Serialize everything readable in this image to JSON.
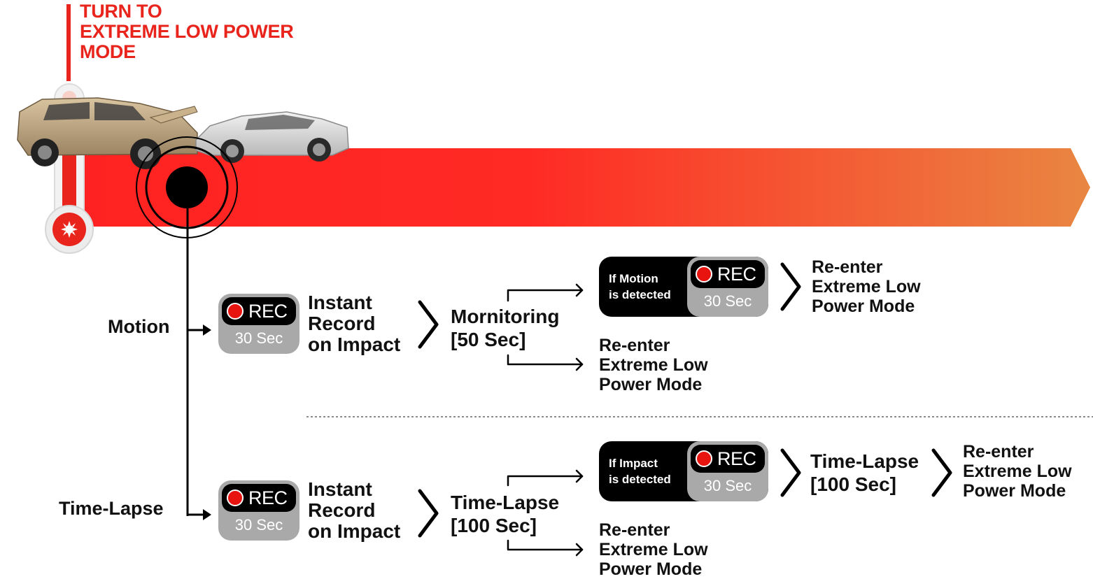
{
  "title": {
    "line1": "TURN TO",
    "line2": "EXTREME LOW POWER",
    "line3": "MODE"
  },
  "colors": {
    "accent": "#e8241c",
    "arrow_start": "#ff2222",
    "arrow_end": "#e98642",
    "badge_gray": "#a9a9a9"
  },
  "icons": [
    "thermometer-icon",
    "sun-icon",
    "impact-target-icon",
    "rec-dot-icon",
    "chevron-right-icon",
    "arrow-right-icon"
  ],
  "motion": {
    "label": "Motion",
    "rec": {
      "rec": "REC",
      "seconds": "30 Sec"
    },
    "instant": [
      "Instant",
      "Record",
      "on Impact"
    ],
    "monitor": [
      "Mornitoring",
      "[50 Sec]"
    ],
    "condition": [
      "If Motion",
      "is detected"
    ],
    "rec2": {
      "rec": "REC",
      "seconds": "30 Sec"
    },
    "reenter_upper": [
      "Re-enter",
      "Extreme Low",
      "Power Mode"
    ],
    "reenter_lower": [
      "Re-enter",
      "Extreme Low",
      "Power Mode"
    ]
  },
  "timelapse": {
    "label": "Time-Lapse",
    "rec": {
      "rec": "REC",
      "seconds": "30 Sec"
    },
    "instant": [
      "Instant",
      "Record",
      "on Impact"
    ],
    "monitor": [
      "Time-Lapse",
      "[100 Sec]"
    ],
    "condition": [
      "If Impact",
      "is detected"
    ],
    "rec2": {
      "rec": "REC",
      "seconds": "30 Sec"
    },
    "after": [
      "Time-Lapse",
      "[100 Sec]"
    ],
    "reenter_final": [
      "Re-enter",
      "Extreme Low",
      "Power Mode"
    ],
    "reenter_lower": [
      "Re-enter",
      "Extreme Low",
      "Power Mode"
    ]
  }
}
